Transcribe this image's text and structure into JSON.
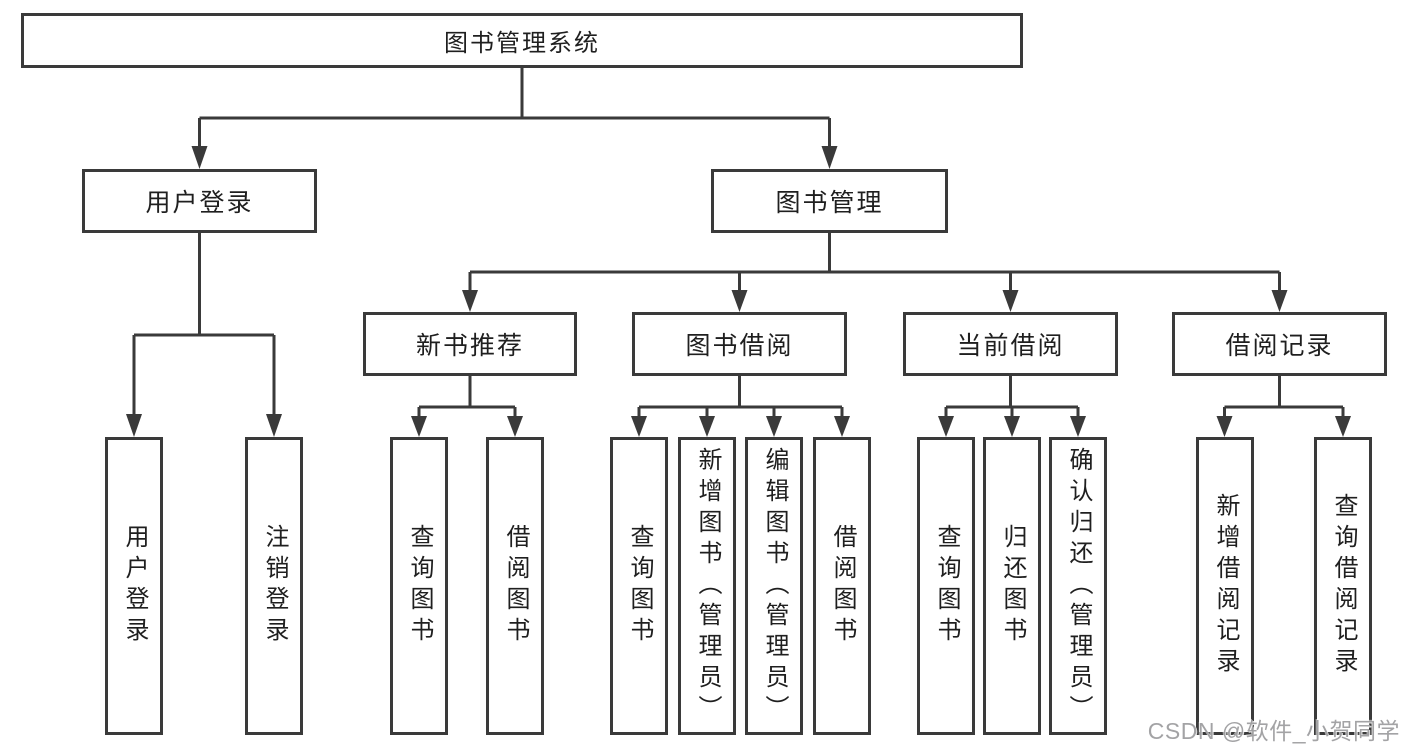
{
  "diagram": {
    "root": {
      "label": "图书管理系统"
    },
    "level2": [
      {
        "label": "用户登录"
      },
      {
        "label": "图书管理"
      }
    ],
    "level3": [
      {
        "label": "新书推荐"
      },
      {
        "label": "图书借阅"
      },
      {
        "label": "当前借阅"
      },
      {
        "label": "借阅记录"
      }
    ],
    "leaves": {
      "user_login": [
        "用户登录",
        "注销登录"
      ],
      "new_book_recommend": [
        "查询图书",
        "借阅图书"
      ],
      "book_borrow": [
        "查询图书",
        "新增图书（管理员）",
        "编辑图书（管理员）",
        "借阅图书"
      ],
      "current_borrow": [
        "查询图书",
        "归还图书",
        "确认归还（管理员）"
      ],
      "borrow_record": [
        "新增借阅记录",
        "查询借阅记录"
      ]
    }
  },
  "watermark": {
    "text": "CSDN @软件_小贺同学"
  },
  "colors": {
    "line": "#3a3a3a",
    "box_border": "#3a3a3a",
    "text": "#1f1f1f",
    "background": "#ffffff",
    "watermark_text": "#9e9ea0"
  }
}
